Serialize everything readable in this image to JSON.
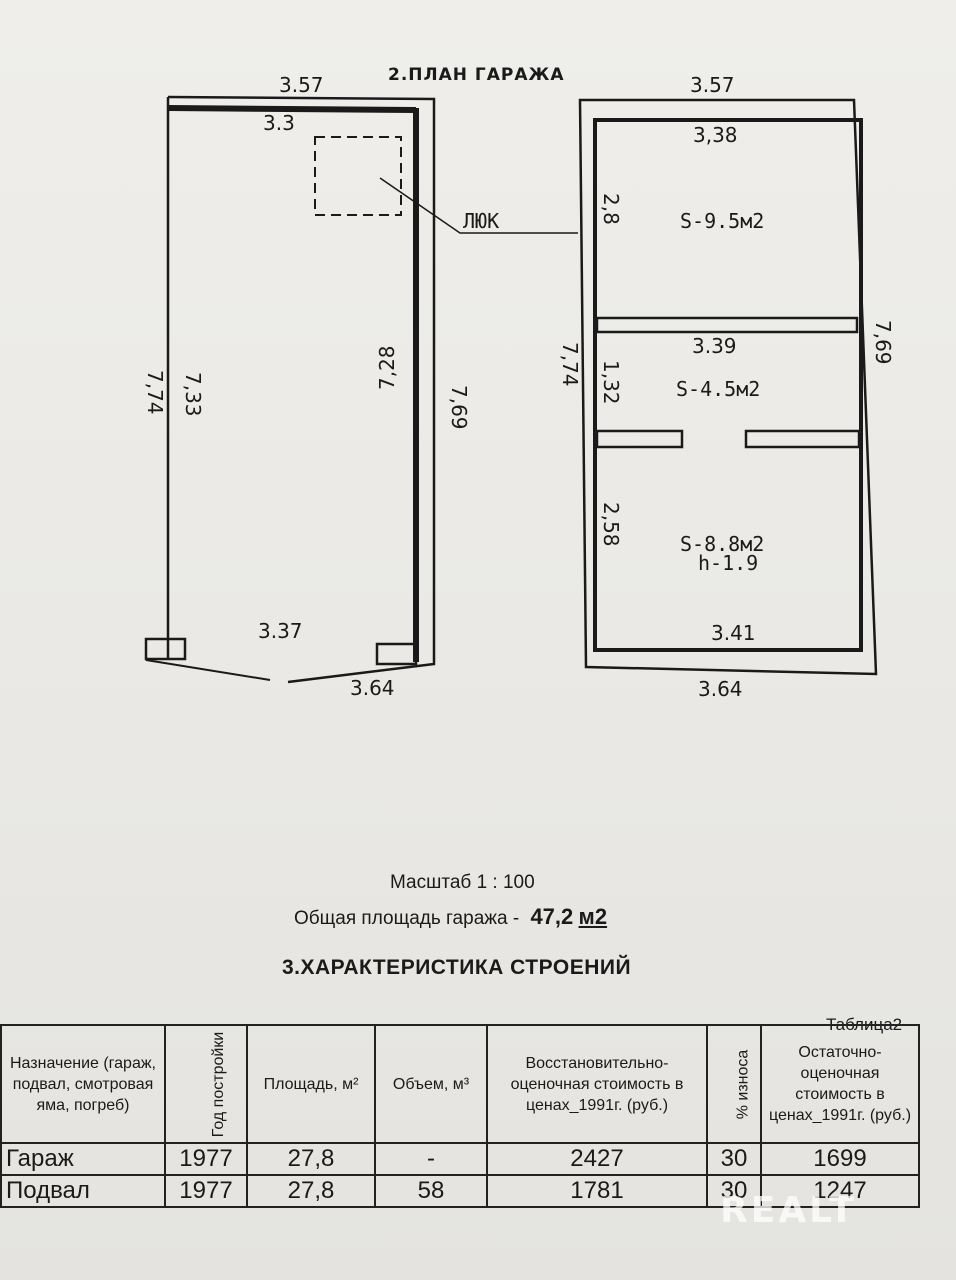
{
  "plan": {
    "title": "2.ПЛАН ГАРАЖА",
    "left": {
      "top_outer": "3.57",
      "top_inner": "3.3",
      "left_outer": "7,74",
      "left_inner": "7,33",
      "right_inner": "7,28",
      "right_outer": "7,69",
      "bottom_inner": "3.37",
      "bottom_outer": "3.64"
    },
    "hatch_label": "ЛЮК",
    "right": {
      "top_outer": "3.57",
      "top_inner": "3,38",
      "room1_height": "2,8",
      "room1_area": "S-9.5м2",
      "mid_width": "3.39",
      "room2_height": "1,32",
      "room2_area": "S-4.5м2",
      "room3_height": "2,58",
      "room3_area": "S-8.8м2",
      "room3_h": "h-1.9",
      "bottom_inner": "3.41",
      "bottom_outer": "3.64",
      "left_outer": "7,74",
      "right_outer": "7,69"
    }
  },
  "scale": "Масштаб 1 : 100",
  "total_area_label": "Общая площадь гаража -",
  "total_area_value": "47,2",
  "total_area_unit": "м2",
  "section_title": "3.ХАРАКТЕРИСТИКА СТРОЕНИЙ",
  "table_note": "Таблица2",
  "table": {
    "headers": [
      "Назначение (гараж, подвал, смотровая яма, погреб)",
      "Год постройки",
      "Площадь, м²",
      "Объем, м³",
      "Восстановительно-оценочная стоимость в ценах_1991г. (руб.)",
      "% износа",
      "Остаточно-оценочная стоимость в ценах_1991г. (руб.)"
    ],
    "rows": [
      [
        "Гараж",
        "1977",
        "27,8",
        "-",
        "2427",
        "30",
        "1699"
      ],
      [
        "Подвал",
        "1977",
        "27,8",
        "58",
        "1781",
        "30",
        "1247"
      ]
    ]
  },
  "watermark": "REALT"
}
